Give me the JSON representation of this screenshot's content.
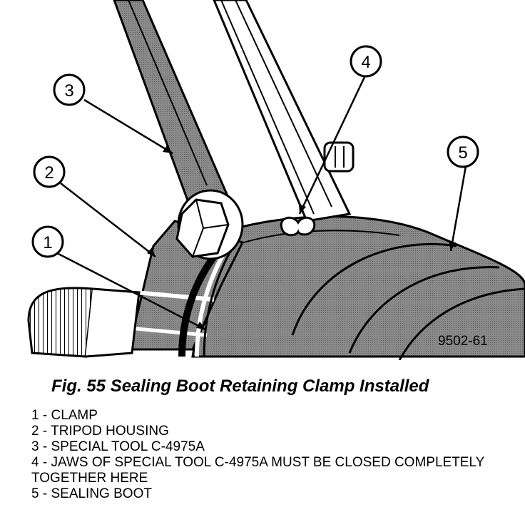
{
  "figure_code": "9502-61",
  "caption": "Fig. 55 Sealing Boot Retaining Clamp Installed",
  "callouts": [
    "1",
    "2",
    "3",
    "4",
    "5"
  ],
  "legend": [
    {
      "num": "1",
      "text": "CLAMP"
    },
    {
      "num": "2",
      "text": "TRIPOD HOUSING"
    },
    {
      "num": "3",
      "text": "SPECIAL TOOL C-4975A"
    },
    {
      "num": "4",
      "text": "JAWS OF SPECIAL TOOL C-4975A MUST BE CLOSED COMPLETELY TOGETHER HERE"
    },
    {
      "num": "5",
      "text": "SEALING BOOT"
    }
  ]
}
